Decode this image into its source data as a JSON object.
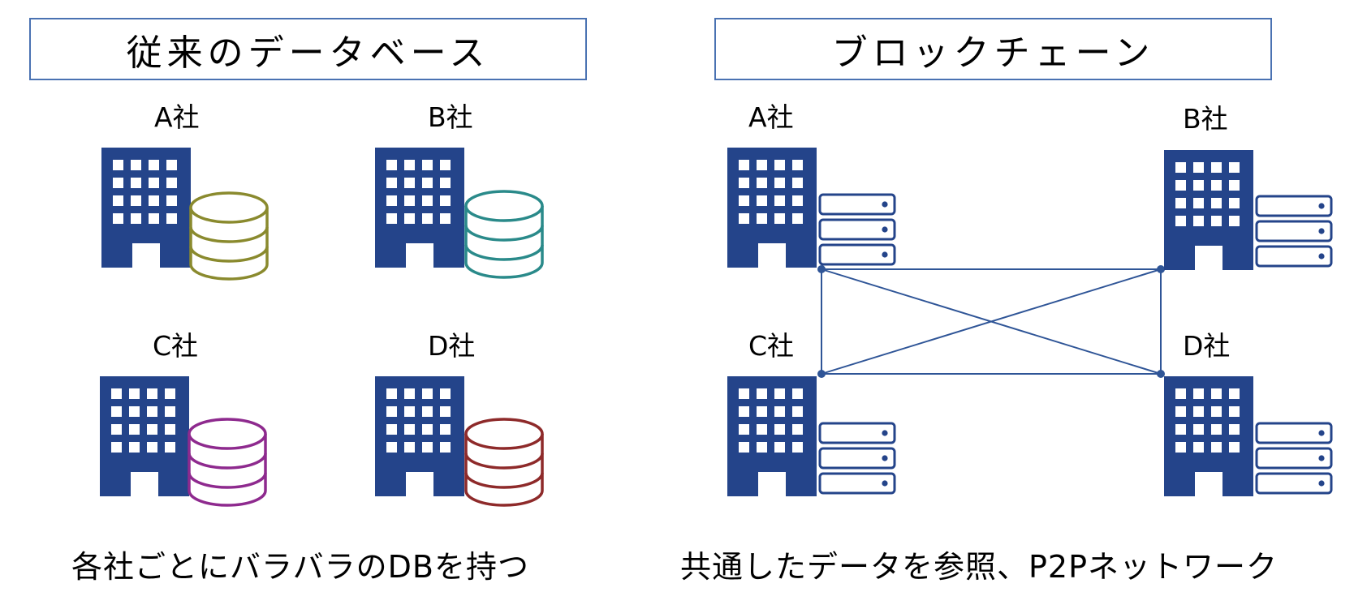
{
  "left_panel": {
    "title": "従来のデータベース",
    "caption": "各社ごとにバラバラのDBを持つ",
    "companies": [
      {
        "label": "A社",
        "storage": "database-cylinder",
        "db_color": "#8a8a2e"
      },
      {
        "label": "B社",
        "storage": "database-cylinder",
        "db_color": "#2a8a8a"
      },
      {
        "label": "C社",
        "storage": "database-cylinder",
        "db_color": "#8e2a8e"
      },
      {
        "label": "D社",
        "storage": "database-cylinder",
        "db_color": "#8e2a2a"
      }
    ]
  },
  "right_panel": {
    "title": "ブロックチェーン",
    "caption": "共通したデータを参照、P2Pネットワーク",
    "companies": [
      {
        "label": "A社",
        "storage": "server-rack"
      },
      {
        "label": "B社",
        "storage": "server-rack"
      },
      {
        "label": "C社",
        "storage": "server-rack"
      },
      {
        "label": "D社",
        "storage": "server-rack"
      }
    ],
    "network_links": [
      [
        "A社",
        "B社"
      ],
      [
        "A社",
        "C社"
      ],
      [
        "A社",
        "D社"
      ],
      [
        "B社",
        "C社"
      ],
      [
        "B社",
        "D社"
      ],
      [
        "C社",
        "D社"
      ]
    ]
  },
  "colors": {
    "building": "#24448a",
    "title_border": "#4a72b2",
    "network": "#2f5597"
  }
}
